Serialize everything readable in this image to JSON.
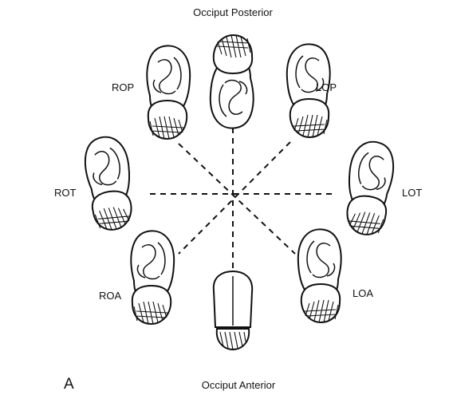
{
  "diagram": {
    "top_label": "Occiput Posterior",
    "bottom_label": "Occiput Anterior",
    "panel_letter": "A",
    "positions": {
      "rop": "ROP",
      "lop": "LOP",
      "rot": "ROT",
      "lot": "LOT",
      "roa": "ROA",
      "loa": "LOA"
    }
  },
  "colors": {
    "ink": "#111111",
    "paper": "#ffffff"
  }
}
